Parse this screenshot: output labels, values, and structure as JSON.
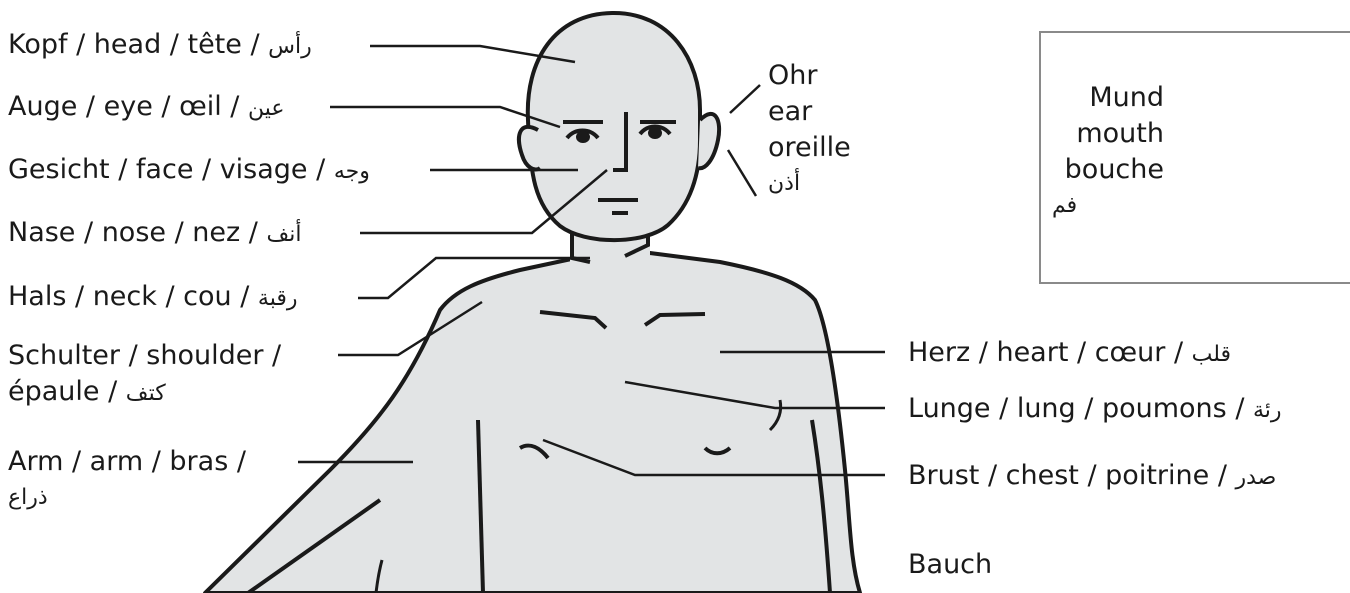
{
  "labels": {
    "head": {
      "de": "Kopf",
      "en": "head",
      "fr": "tête",
      "ar": "رأس"
    },
    "eye": {
      "de": "Auge",
      "en": "eye",
      "fr": "œil",
      "ar": "عين"
    },
    "face": {
      "de": "Gesicht",
      "en": "face",
      "fr": "visage",
      "ar": "وجه"
    },
    "nose": {
      "de": "Nase",
      "en": "nose",
      "fr": "nez",
      "ar": "أنف"
    },
    "neck": {
      "de": "Hals",
      "en": "neck",
      "fr": "cou",
      "ar": "رقبة"
    },
    "shoulder": {
      "de": "Schulter",
      "en": "shoulder",
      "fr": "épaule",
      "ar": "كتف"
    },
    "arm": {
      "de": "Arm",
      "en": "arm",
      "fr": "bras",
      "ar": "ذراع"
    },
    "ear": {
      "de": "Ohr",
      "en": "ear",
      "fr": "oreille",
      "ar": "أذن"
    },
    "mouth": {
      "de": "Mund",
      "en": "mouth",
      "fr": "bouche",
      "ar": "فم"
    },
    "heart": {
      "de": "Herz",
      "en": "heart",
      "fr": "cœur",
      "ar": "قلب"
    },
    "lung": {
      "de": "Lunge",
      "en": "lung",
      "fr": "poumons",
      "ar": "رئة"
    },
    "chest": {
      "de": "Brust",
      "en": "chest",
      "fr": "poitrine",
      "ar": "صدر"
    },
    "belly": {
      "de": "Bauch"
    }
  },
  "separator": " / "
}
